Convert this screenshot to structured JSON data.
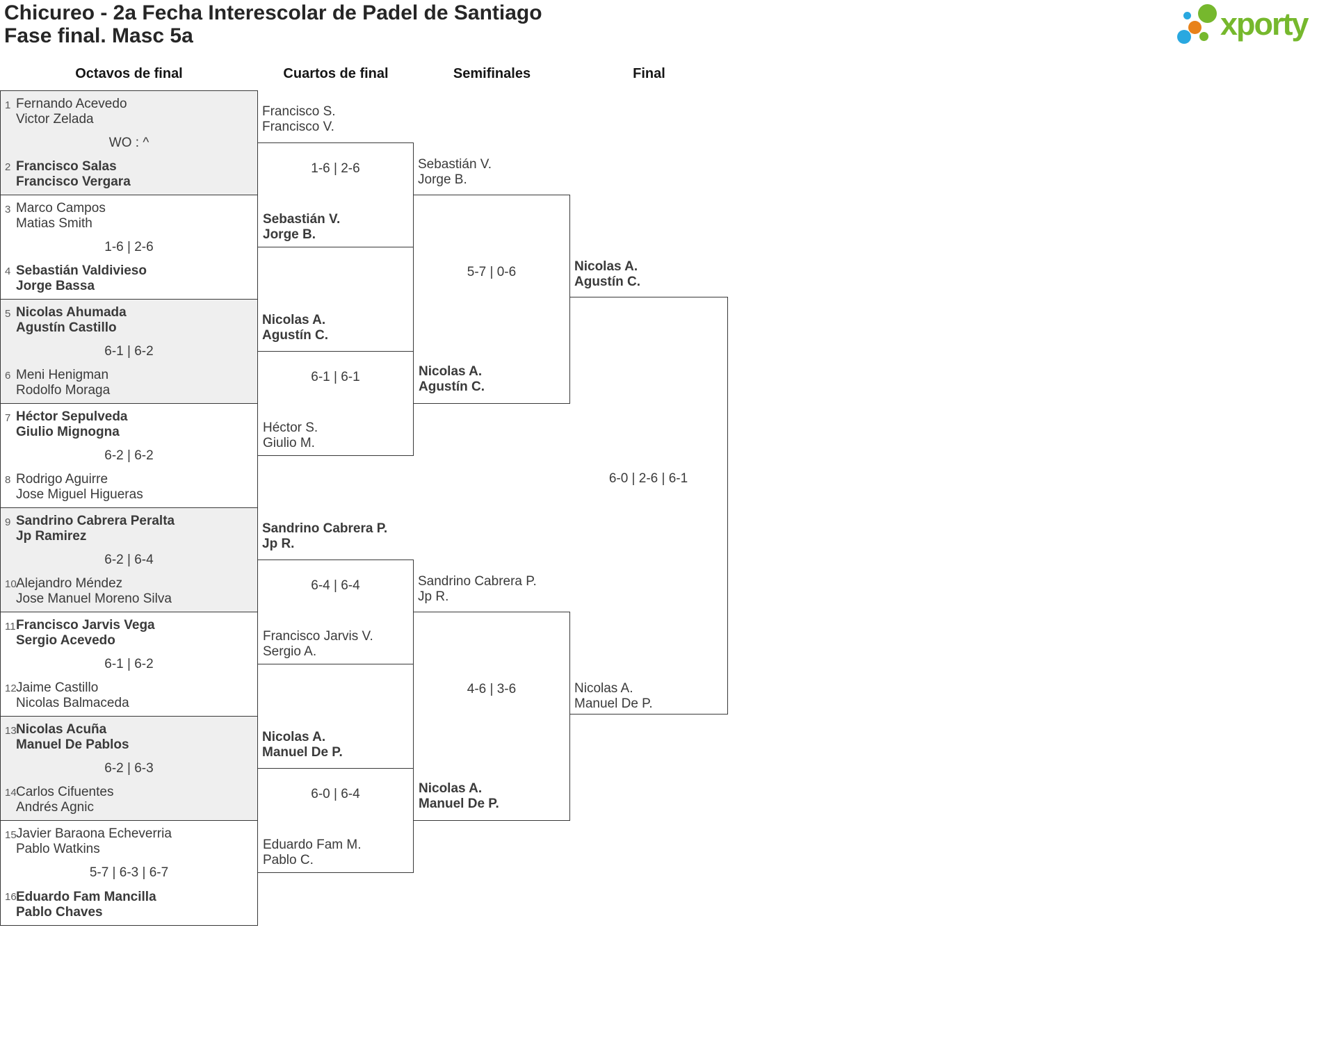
{
  "header": {
    "title": "Chicureo - 2a Fecha Interescolar de Padel de Santiago",
    "subtitle": "Fase final. Masc 5a"
  },
  "logo": {
    "brand": "xporty",
    "colors": {
      "green": "#76b82d",
      "blue": "#29a8e0",
      "orange": "#e8821a"
    }
  },
  "round_headers": [
    "Octavos de final",
    "Cuartos de final",
    "Semifinales",
    "Final"
  ],
  "r16": [
    {
      "seed_top": "1",
      "top": [
        "Fernando Acevedo",
        "Victor Zelada"
      ],
      "top_winner": false,
      "score": "WO : ^",
      "seed_bottom": "2",
      "bottom": [
        "Francisco Salas",
        "Francisco Vergara"
      ],
      "bottom_winner": true
    },
    {
      "seed_top": "3",
      "top": [
        "Marco Campos",
        "Matias Smith"
      ],
      "top_winner": false,
      "score": "1-6 | 2-6",
      "seed_bottom": "4",
      "bottom": [
        "Sebastián Valdivieso",
        "Jorge Bassa"
      ],
      "bottom_winner": true
    },
    {
      "seed_top": "5",
      "top": [
        "Nicolas Ahumada",
        "Agustín Castillo"
      ],
      "top_winner": true,
      "score": "6-1 | 6-2",
      "seed_bottom": "6",
      "bottom": [
        "Meni Henigman",
        "Rodolfo Moraga"
      ],
      "bottom_winner": false
    },
    {
      "seed_top": "7",
      "top": [
        "Héctor Sepulveda",
        "Giulio Mignogna"
      ],
      "top_winner": true,
      "score": "6-2 | 6-2",
      "seed_bottom": "8",
      "bottom": [
        "Rodrigo Aguirre",
        "Jose Miguel Higueras"
      ],
      "bottom_winner": false
    },
    {
      "seed_top": "9",
      "top": [
        "Sandrino Cabrera Peralta",
        "Jp Ramirez"
      ],
      "top_winner": true,
      "score": "6-2 | 6-4",
      "seed_bottom": "10",
      "bottom": [
        "Alejandro Méndez",
        "Jose Manuel Moreno Silva"
      ],
      "bottom_winner": false
    },
    {
      "seed_top": "11",
      "top": [
        "Francisco Jarvis Vega",
        "Sergio Acevedo"
      ],
      "top_winner": true,
      "score": "6-1 | 6-2",
      "seed_bottom": "12",
      "bottom": [
        "Jaime Castillo",
        "Nicolas Balmaceda"
      ],
      "bottom_winner": false
    },
    {
      "seed_top": "13",
      "top": [
        "Nicolas Acuña",
        "Manuel De Pablos"
      ],
      "top_winner": true,
      "score": "6-2 | 6-3",
      "seed_bottom": "14",
      "bottom": [
        "Carlos Cifuentes",
        "Andrés Agnic"
      ],
      "bottom_winner": false
    },
    {
      "seed_top": "15",
      "top": [
        "Javier Baraona Echeverria",
        "Pablo Watkins"
      ],
      "top_winner": false,
      "score": "5-7 | 6-3 | 6-7",
      "seed_bottom": "16",
      "bottom": [
        "Eduardo Fam Mancilla",
        "Pablo Chaves"
      ],
      "bottom_winner": true
    }
  ],
  "qf": [
    {
      "top": [
        "Francisco S.",
        "Francisco V."
      ],
      "top_winner": false,
      "score": "1-6 | 2-6",
      "bottom": [
        "Sebastián V.",
        "Jorge B."
      ],
      "bottom_winner": true
    },
    {
      "top": [
        "Nicolas A.",
        "Agustín C."
      ],
      "top_winner": true,
      "score": "6-1 | 6-1",
      "bottom": [
        "Héctor S.",
        "Giulio M."
      ],
      "bottom_winner": false
    },
    {
      "top": [
        "Sandrino Cabrera P.",
        "Jp R."
      ],
      "top_winner": true,
      "score": "6-4 | 6-4",
      "bottom": [
        "Francisco Jarvis V.",
        "Sergio A."
      ],
      "bottom_winner": false
    },
    {
      "top": [
        "Nicolas A.",
        "Manuel De P."
      ],
      "top_winner": true,
      "score": "6-0 | 6-4",
      "bottom": [
        "Eduardo Fam M.",
        "Pablo C."
      ],
      "bottom_winner": false
    }
  ],
  "sf": [
    {
      "top": [
        "Sebastián V.",
        "Jorge B."
      ],
      "top_winner": false,
      "score": "5-7 | 0-6",
      "bottom": [
        "Nicolas A.",
        "Agustín C."
      ],
      "bottom_winner": true
    },
    {
      "top": [
        "Sandrino Cabrera P.",
        "Jp R."
      ],
      "top_winner": false,
      "score": "4-6 | 3-6",
      "bottom": [
        "Nicolas A.",
        "Manuel De P."
      ],
      "bottom_winner": true
    }
  ],
  "final": {
    "top": [
      "Nicolas A.",
      "Agustín C."
    ],
    "top_winner": true,
    "score": "6-0 | 2-6 | 6-1",
    "bottom": [
      "Nicolas A.",
      "Manuel De P."
    ],
    "bottom_winner": false
  }
}
